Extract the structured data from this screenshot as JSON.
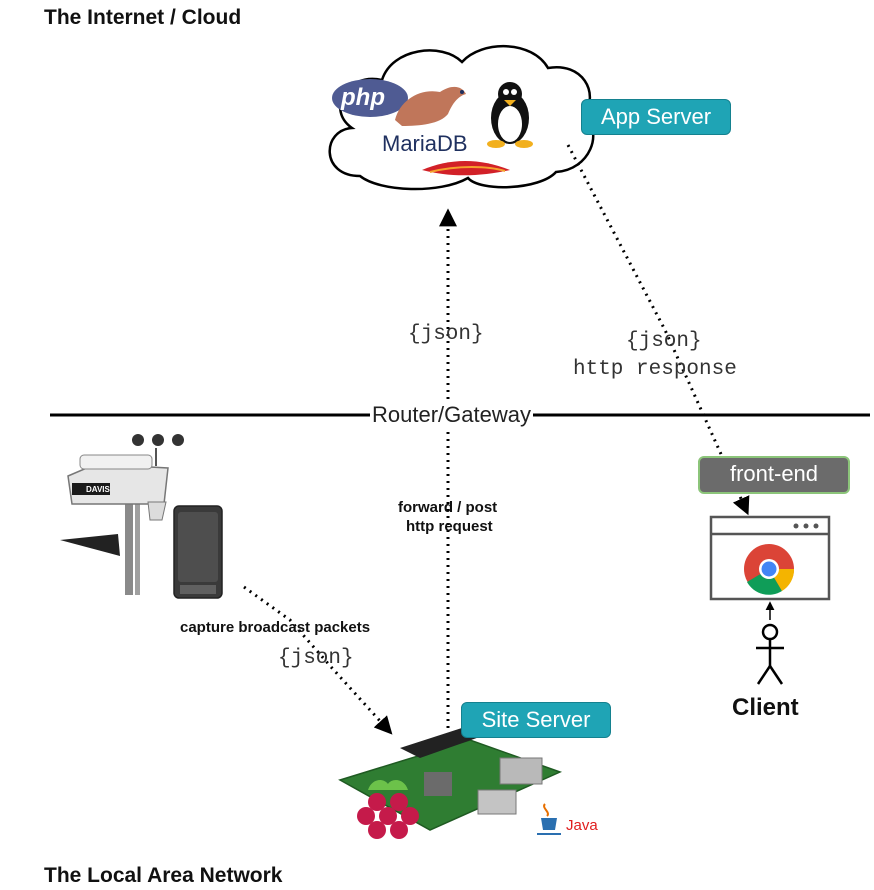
{
  "zones": {
    "internet_title": "The Internet / Cloud",
    "lan_title": "The Local Area Network"
  },
  "cloud": {
    "logos": [
      "php",
      "MariaDB",
      "linux-penguin",
      "apache-feather"
    ],
    "php_text": "php",
    "mariadb_text": "MariaDB"
  },
  "badges": {
    "app_server": "App Server",
    "site_server": "Site Server",
    "front_end": "front-end"
  },
  "router": {
    "label": "Router/Gateway"
  },
  "edges": {
    "lan_to_app_json": "{json}",
    "app_to_client_json": "{json}",
    "app_to_client_response": "http response",
    "site_forward_l1": "forward / post",
    "site_forward_l2": "http request",
    "station_capture": "capture broadcast packets",
    "station_json": "{json}"
  },
  "client": {
    "label": "Client"
  },
  "java": {
    "text": "Java"
  },
  "weather_station": {
    "brand": "DAVIS"
  },
  "colors": {
    "teal": "#1fa4b5",
    "front_end_bg": "#6b6b6b",
    "front_end_border": "#8cc57a"
  }
}
